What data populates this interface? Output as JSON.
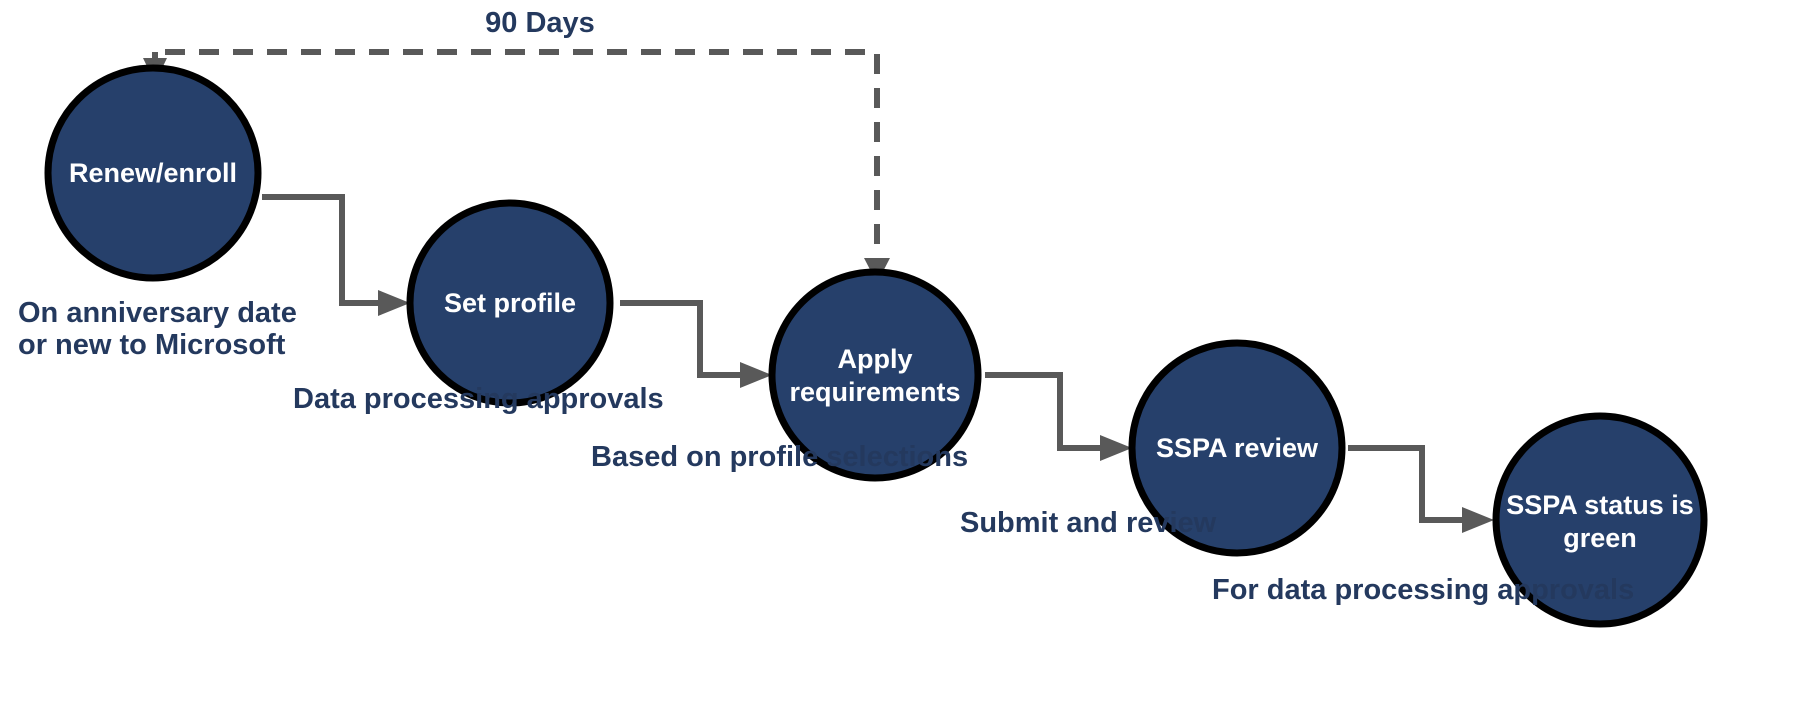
{
  "diagram": {
    "title_label": "90 Days",
    "accent_node_fill": "#26406B",
    "node_stroke": "#000000",
    "node_text_color": "#FFFFFF",
    "caption_color": "#24395E",
    "connector_color": "#595959",
    "background": "#FFFFFF",
    "nodes": [
      {
        "id": "renew-enroll",
        "label_line1": "Renew/enroll",
        "label_line2": "",
        "caption_line1": "On anniversary date",
        "caption_line2": "or new to Microsoft"
      },
      {
        "id": "set-profile",
        "label_line1": "Set profile",
        "label_line2": "",
        "caption_line1": "Data processing approvals",
        "caption_line2": ""
      },
      {
        "id": "apply-requirements",
        "label_line1": "Apply",
        "label_line2": "requirements",
        "caption_line1": "Based on profile selections",
        "caption_line2": ""
      },
      {
        "id": "sspa-review",
        "label_line1": "SSPA review",
        "label_line2": "",
        "caption_line1": "Submit and review",
        "caption_line2": ""
      },
      {
        "id": "sspa-status-green",
        "label_line1": "SSPA status is",
        "label_line2": "green",
        "caption_line1": "For data processing approvals",
        "caption_line2": ""
      }
    ],
    "loop_edge": {
      "label": "90 Days",
      "style": "dashed",
      "from": "apply-requirements",
      "to": "renew-enroll"
    },
    "edges": [
      {
        "from": "renew-enroll",
        "to": "set-profile",
        "style": "solid"
      },
      {
        "from": "set-profile",
        "to": "apply-requirements",
        "style": "solid"
      },
      {
        "from": "apply-requirements",
        "to": "sspa-review",
        "style": "solid"
      },
      {
        "from": "sspa-review",
        "to": "sspa-status-green",
        "style": "solid"
      }
    ]
  }
}
